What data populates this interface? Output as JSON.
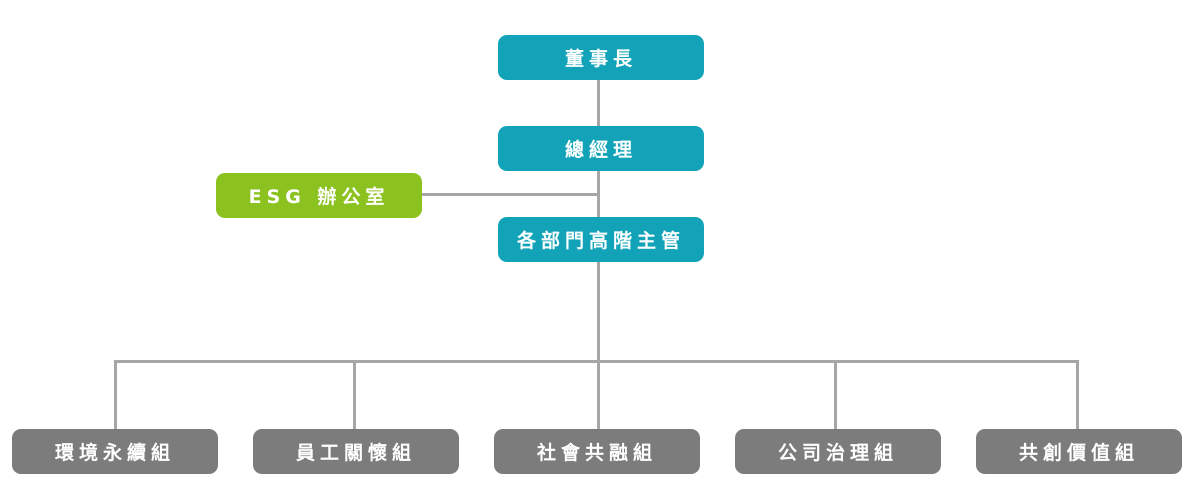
{
  "colors": {
    "executive": "#13a3b8",
    "esg_office": "#8cc220",
    "team": "#7c7c7c",
    "connector": "#a6a6a6"
  },
  "org": {
    "chairman": "董事長",
    "president": "總經理",
    "esg_office": "ESG 辦公室",
    "department_heads": "各部門高階主管",
    "teams": [
      "環境永續組",
      "員工關懷組",
      "社會共融組",
      "公司治理組",
      "共創價值組"
    ]
  }
}
